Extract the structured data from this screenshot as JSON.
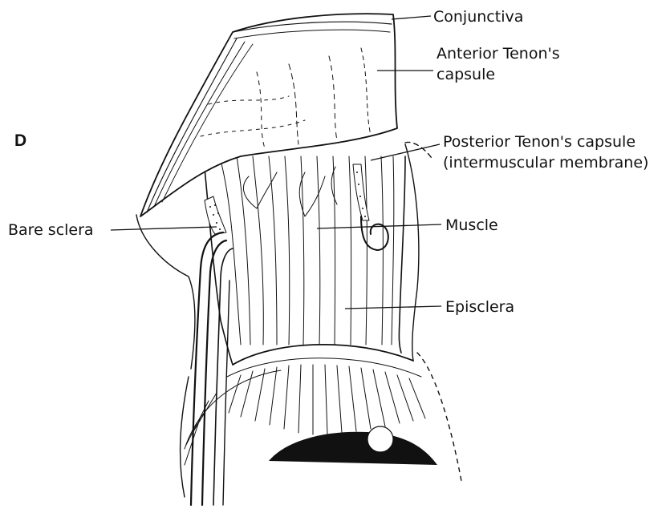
{
  "figure": {
    "panel_letter": "D",
    "labels": {
      "conjunctiva": "Conjunctiva",
      "anterior_tenon_line1": "Anterior Tenon's",
      "anterior_tenon_line2": "capsule",
      "posterior_tenon_line1": "Posterior Tenon's capsule",
      "posterior_tenon_line2": "(intermuscular membrane)",
      "bare_sclera": "Bare sclera",
      "muscle": "Muscle",
      "episclera": "Episclera"
    }
  }
}
